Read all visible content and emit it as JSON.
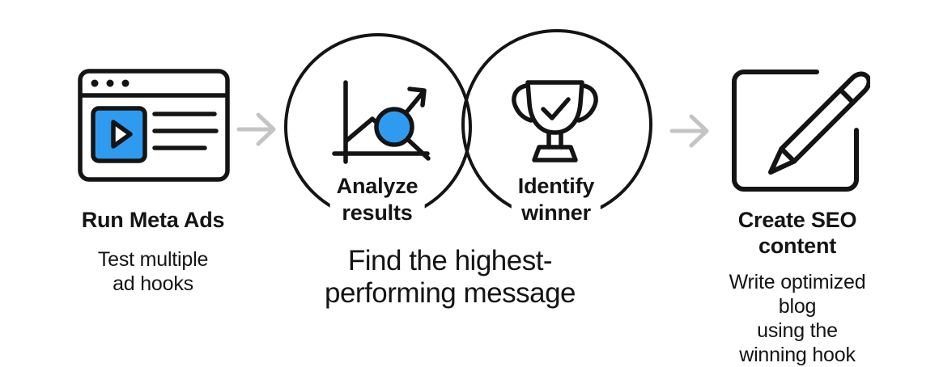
{
  "palette": {
    "accent_blue": "#2F9BF0",
    "ink": "#141414",
    "arrow_gray": "#C4C4C4",
    "background": "#FFFFFF"
  },
  "step1": {
    "icon": "browser-video-ad-icon",
    "title": "Run Meta Ads",
    "subtitle": "Test multiple\nad hooks"
  },
  "venn": {
    "left": {
      "icon": "line-chart-growth-icon",
      "label": "Analyze\nresults"
    },
    "right": {
      "icon": "trophy-check-icon",
      "label": "Identify\nwinner"
    },
    "caption": "Find the highest-\nperforming message"
  },
  "step3": {
    "icon": "notepad-pencil-icon",
    "title": "Create SEO\ncontent",
    "subtitle": "Write optimized blog\nusing the winning hook"
  },
  "arrows": {
    "icon": "right-arrow-icon",
    "count": 2
  }
}
